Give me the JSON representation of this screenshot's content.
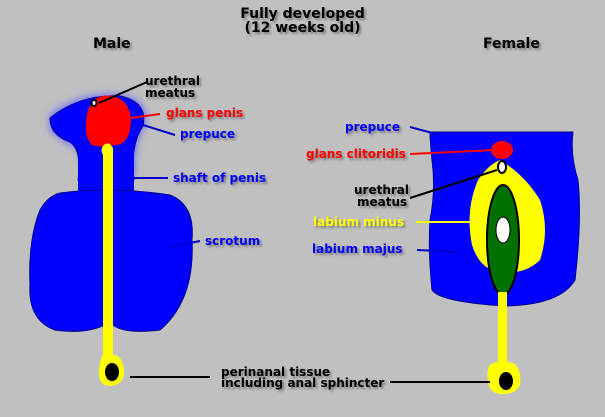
{
  "title": {
    "line1": "Fully developed",
    "line2": "(12 weeks old)"
  },
  "male": {
    "heading": "Male",
    "labels": {
      "urethral_meatus_1": "urethral",
      "urethral_meatus_2": "meatus",
      "glans": "glans penis",
      "prepuce": "prepuce",
      "shaft": "shaft of penis",
      "scrotum": "scrotum"
    }
  },
  "female": {
    "heading": "Female",
    "labels": {
      "prepuce": "prepuce",
      "glans": "glans clitoridis",
      "urethral_meatus_1": "urethral",
      "urethral_meatus_2": "meatus",
      "labium_minus": "labium minus",
      "labium_majus": "labium majus"
    }
  },
  "shared": {
    "perineal_1": "perinanal tissue",
    "perineal_2": "including anal sphincter"
  },
  "colors": {
    "blue": "#0000ff",
    "red": "#ff0000",
    "yellow": "#ffff00",
    "green": "#007000",
    "black": "#000000",
    "background": "#c0c0c0"
  }
}
